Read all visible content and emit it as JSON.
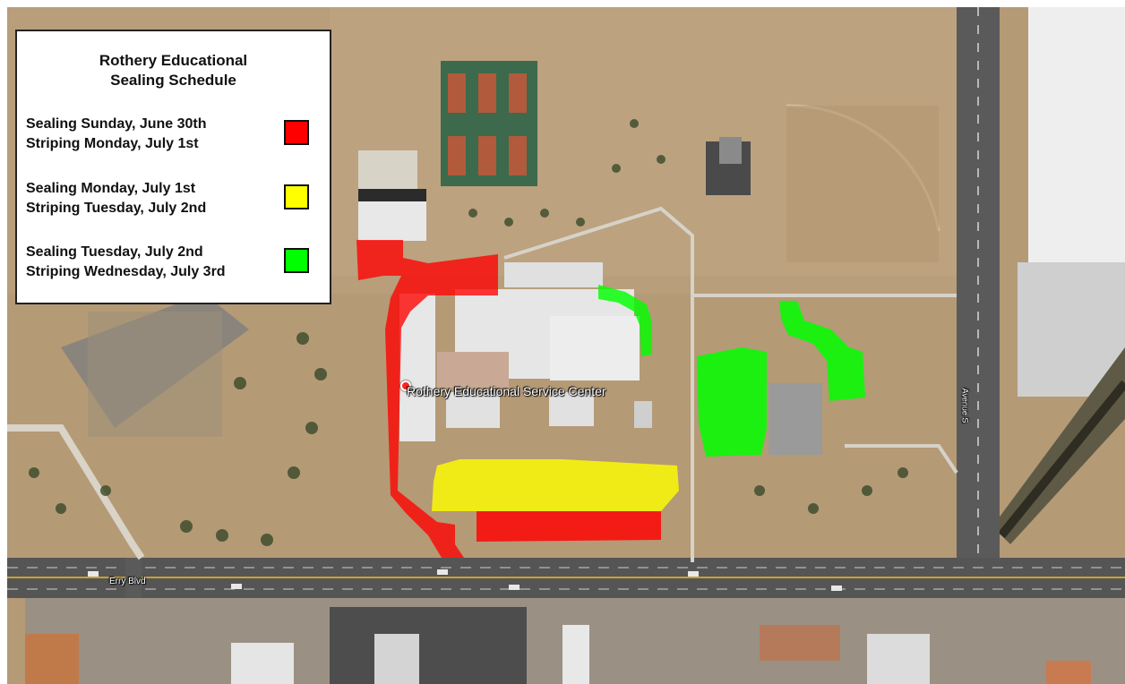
{
  "legend": {
    "title_line1": "Rothery Educational",
    "title_line2": "Sealing Schedule",
    "items": [
      {
        "sealing": "Sealing Sunday, June 30th",
        "striping": "Striping Monday, July 1st",
        "color": "#ff0000"
      },
      {
        "sealing": "Sealing Monday, July 1st",
        "striping": "Striping Tuesday, July 2nd",
        "color": "#ffff00"
      },
      {
        "sealing": "Sealing Tuesday, July 2nd",
        "striping": "Striping Wednesday, July 3rd",
        "color": "#00ff00"
      }
    ]
  },
  "map": {
    "place_label": "Rothery Educational Service Center",
    "street_labels": [
      "Erry Blvd",
      "Avenue S"
    ],
    "overlay_colors": {
      "red": "#ff0000",
      "yellow": "#ffff00",
      "green": "#00ff00"
    },
    "marker_icon": "location-pin-icon"
  }
}
